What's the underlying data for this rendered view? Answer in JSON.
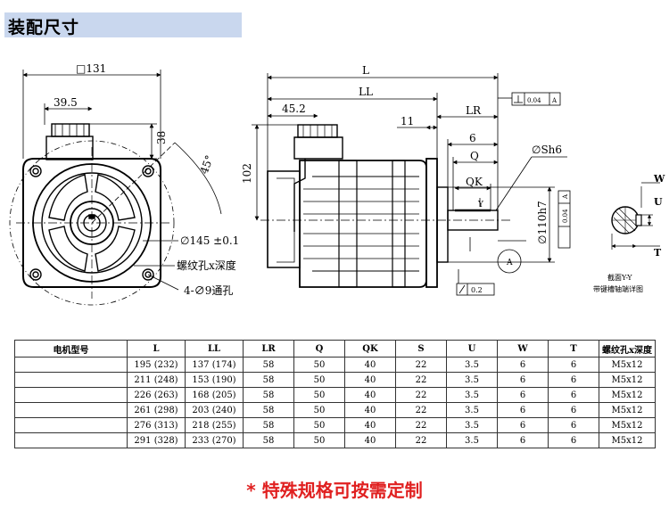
{
  "title": "装配尺寸",
  "drawing": {
    "front": {
      "flange": "□131",
      "offset_x": "39.5",
      "connector_h": "38",
      "angle": "45°",
      "bolt_circle": "∅145 ±0.1",
      "thread_hole": "螺纹孔x深度",
      "through_holes": "4-∅9通孔"
    },
    "side": {
      "L": "L",
      "LL": "LL",
      "d452": "45.2",
      "LR": "LR",
      "d11": "11",
      "d6": "6",
      "Q": "Q",
      "QK": "QK",
      "h102": "102",
      "shaft": "∅Sh6",
      "pilot": "∅110h7",
      "y": "Y",
      "datum": "A",
      "tol_perp": "0.04",
      "tol_perp_ref": "A",
      "tol_run": "0.04",
      "tol_run_ref": "A",
      "tol_flat": "0.2"
    },
    "section": {
      "W": "W",
      "U": "U",
      "T": "T",
      "caption1": "截面Y-Y",
      "caption2": "带键槽轴端详图"
    }
  },
  "table": {
    "headers": [
      "电机型号",
      "L",
      "LL",
      "LR",
      "Q",
      "QK",
      "S",
      "U",
      "W",
      "T",
      "螺纹孔x深度"
    ],
    "rows": [
      [
        "",
        "195 (232)",
        "137 (174)",
        "58",
        "50",
        "40",
        "22",
        "3.5",
        "6",
        "6",
        "M5x12"
      ],
      [
        "",
        "211 (248)",
        "153 (190)",
        "58",
        "50",
        "40",
        "22",
        "3.5",
        "6",
        "6",
        "M5x12"
      ],
      [
        "",
        "226 (263)",
        "168 (205)",
        "58",
        "50",
        "40",
        "22",
        "3.5",
        "6",
        "6",
        "M5x12"
      ],
      [
        "",
        "261 (298)",
        "203 (240)",
        "58",
        "50",
        "40",
        "22",
        "3.5",
        "6",
        "6",
        "M5x12"
      ],
      [
        "",
        "276 (313)",
        "218 (255)",
        "58",
        "50",
        "40",
        "22",
        "3.5",
        "6",
        "6",
        "M5x12"
      ],
      [
        "",
        "291 (328)",
        "233 (270)",
        "58",
        "50",
        "40",
        "22",
        "3.5",
        "6",
        "6",
        "M5x12"
      ]
    ]
  },
  "note": "* 特殊规格可按需定制"
}
